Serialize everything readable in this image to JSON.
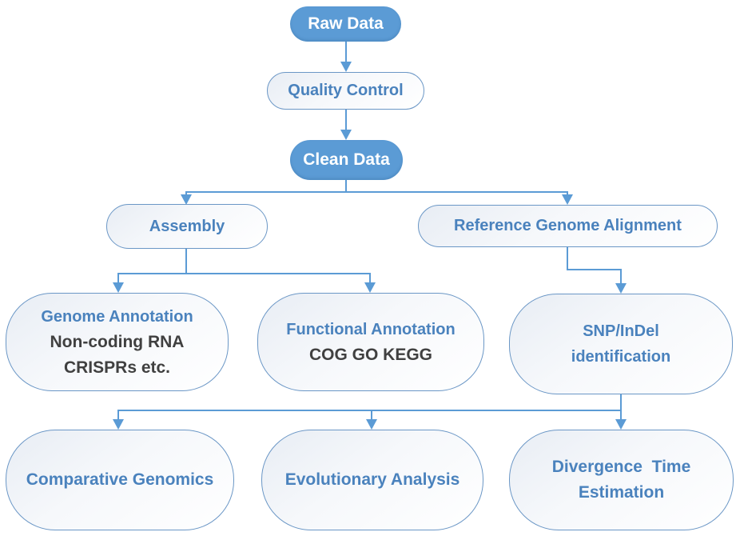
{
  "diagram": {
    "type": "flowchart",
    "background": "#ffffff",
    "colors": {
      "accent_fill": "#5b9bd5",
      "filled_node_text": "#ffffff",
      "outline_node_border": "#6b97c6",
      "heading_text_blue": "#4a82bd",
      "body_text_dark": "#404040",
      "connector": "#5b9bd5",
      "node_gradient_start": "#e8edf4",
      "node_gradient_end": "#ffffff"
    },
    "nodes": {
      "raw_data": {
        "label": "Raw Data",
        "variant": "filled"
      },
      "quality_control": {
        "label": "Quality Control",
        "variant": "outline"
      },
      "clean_data": {
        "label": "Clean Data",
        "variant": "filled"
      },
      "assembly": {
        "label": "Assembly",
        "variant": "outline"
      },
      "reference_genome_alignment": {
        "label": "Reference Genome Alignment",
        "variant": "outline"
      },
      "genome_annotation": {
        "title": "Genome Annotation",
        "line2": "Non-coding RNA",
        "line3": "CRISPRs etc.",
        "variant": "outline"
      },
      "functional_annotation": {
        "title": "Functional Annotation",
        "line2": "COG GO KEGG",
        "variant": "outline"
      },
      "snp_indel": {
        "line1": "SNP/InDel",
        "line2": "identification",
        "variant": "outline"
      },
      "comparative_genomics": {
        "label": "Comparative Genomics",
        "variant": "outline"
      },
      "evolutionary_analysis": {
        "label": "Evolutionary Analysis",
        "variant": "outline"
      },
      "divergence_time": {
        "line1": "Divergence  Time",
        "line2": "Estimation",
        "variant": "outline"
      }
    },
    "edges": [
      {
        "from": "Raw Data",
        "to": "Quality Control"
      },
      {
        "from": "Quality Control",
        "to": "Clean Data"
      },
      {
        "from": "Clean Data",
        "to": "Assembly"
      },
      {
        "from": "Clean Data",
        "to": "Reference Genome Alignment"
      },
      {
        "from": "Assembly",
        "to": "Genome Annotation"
      },
      {
        "from": "Assembly",
        "to": "Functional Annotation"
      },
      {
        "from": "Reference Genome Alignment",
        "to": "SNP/InDel identification"
      },
      {
        "from": "SNP/InDel identification",
        "to": "Comparative Genomics"
      },
      {
        "from": "SNP/InDel identification",
        "to": "Evolutionary Analysis"
      },
      {
        "from": "SNP/InDel identification",
        "to": "Divergence Time Estimation"
      }
    ]
  }
}
